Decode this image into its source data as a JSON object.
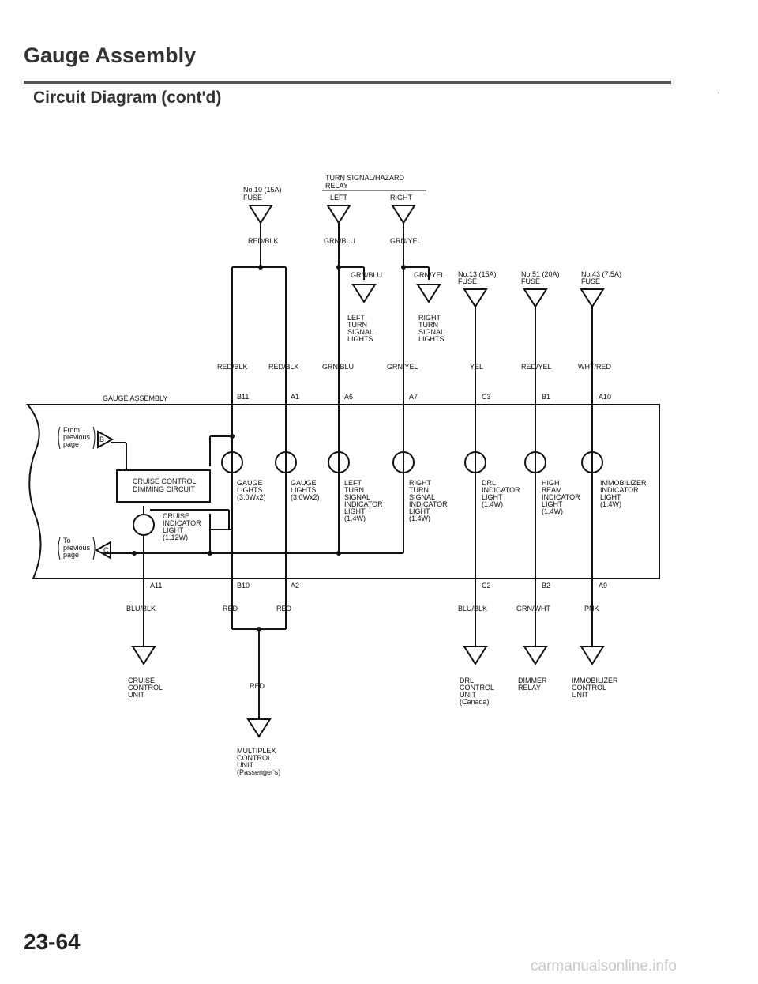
{
  "header": {
    "title": "Gauge Assembly",
    "section": "Circuit Diagram (cont'd)",
    "mark": "·"
  },
  "footer": {
    "page_number": "23-64",
    "watermark": "carmanualsonline.info"
  },
  "diagram": {
    "relay_title": [
      "TURN SIGNAL/HAZARD",
      "RELAY"
    ],
    "relay_left": "LEFT",
    "relay_right": "RIGHT",
    "fuse10": [
      "No.10 (15A)",
      "FUSE"
    ],
    "fuse13": [
      "No.13 (15A)",
      "FUSE"
    ],
    "fuse51": [
      "No.51 (20A)",
      "FUSE"
    ],
    "fuse43": [
      "No.43 (7.5A)",
      "FUSE"
    ],
    "wire_redblk": "RED/BLK",
    "wire_grnblu": "GRN/BLU",
    "wire_grnyel": "GRN/YEL",
    "wire_yel": "YEL",
    "wire_redyel": "RED/YEL",
    "wire_whtred": "WHT/RED",
    "wire_blublk": "BLU/BLK",
    "wire_red": "RED",
    "wire_grnwht": "GRN/WHT",
    "wire_pnk": "PNK",
    "left_turn_lights": [
      "LEFT",
      "TURN",
      "SIGNAL",
      "LIGHTS"
    ],
    "right_turn_lights": [
      "RIGHT",
      "TURN",
      "SIGNAL",
      "LIGHTS"
    ],
    "gauge_assembly": "GAUGE ASSEMBLY",
    "pins_top": [
      "B11",
      "A1",
      "A6",
      "A7",
      "C3",
      "B1",
      "A10"
    ],
    "pins_bottom": [
      "A11",
      "B10",
      "A2",
      "C2",
      "B2",
      "A9"
    ],
    "from_prev": [
      "From",
      "previous",
      "page"
    ],
    "to_prev": [
      "To",
      "previous",
      "page"
    ],
    "conn_b": "B",
    "conn_c": "C",
    "cruise_circuit": [
      "CRUISE CONTROL",
      "DIMMING CIRCUIT"
    ],
    "cruise_light": [
      "CRUISE",
      "INDICATOR",
      "LIGHT",
      "(1.12W)"
    ],
    "gauge_lights": [
      "GAUGE",
      "LIGHTS",
      "(3.0Wx2)"
    ],
    "left_ind": [
      "LEFT",
      "TURN",
      "SIGNAL",
      "INDICATOR",
      "LIGHT",
      "(1.4W)"
    ],
    "right_ind": [
      "RIGHT",
      "TURN",
      "SIGNAL",
      "INDICATOR",
      "LIGHT",
      "(1.4W)"
    ],
    "drl_ind": [
      "DRL",
      "INDICATOR",
      "LIGHT",
      "(1.4W)"
    ],
    "high_beam": [
      "HIGH",
      "BEAM",
      "INDICATOR",
      "LIGHT",
      "(1.4W)"
    ],
    "immob_ind": [
      "IMMOBILIZER",
      "INDICATOR",
      "LIGHT",
      "(1.4W)"
    ],
    "cruise_unit": [
      "CRUISE",
      "CONTROL",
      "UNIT"
    ],
    "multiplex_unit": [
      "MULTIPLEX",
      "CONTROL",
      "UNIT",
      "(Passenger's)"
    ],
    "drl_unit": [
      "DRL",
      "CONTROL",
      "UNIT",
      "(Canada)"
    ],
    "dimmer_relay": [
      "DIMMER",
      "RELAY"
    ],
    "immob_unit": [
      "IMMOBILIZER",
      "CONTROL",
      "UNIT"
    ]
  }
}
